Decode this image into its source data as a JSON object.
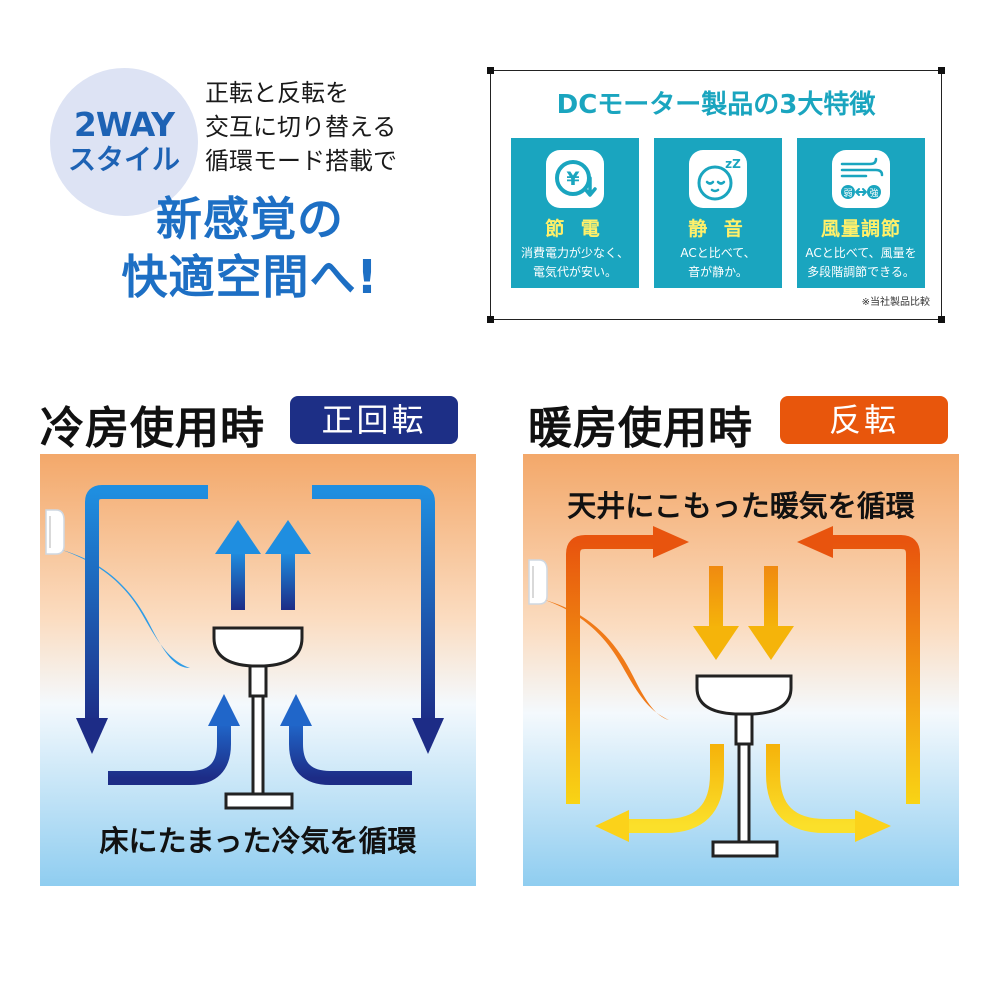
{
  "badge": {
    "line1": "2WAY",
    "line2": "スタイル"
  },
  "intro": {
    "line1": "正転と反転を",
    "line2": "交互に切り替える",
    "line3": "循環モード搭載で"
  },
  "slogan": {
    "line1": "新感覚の",
    "line2": "快適空間へ!"
  },
  "features": {
    "title": "DCモーター製品の3大特徴",
    "items": [
      {
        "name": "節 電",
        "desc": "消費電力が少なく、\n電気代が安い。",
        "icon": "yen-down-icon"
      },
      {
        "name": "静 音",
        "desc": "ACと比べて、\n音が静か。",
        "icon": "sleeping-face-icon"
      },
      {
        "name": "風量調節",
        "desc": "ACと比べて、風量を\n多段階調節できる。",
        "icon": "wind-adjust-icon"
      }
    ],
    "note": "※当社製品比較",
    "icon_labels": {
      "weak": "弱",
      "strong": "強",
      "zz": "zZ"
    }
  },
  "cooling": {
    "heading": "冷房使用時",
    "tag": "正回転",
    "caption": "床にたまった冷気を循環"
  },
  "heating": {
    "heading": "暖房使用時",
    "tag": "反転",
    "caption": "天井にこもった暖気を循環"
  },
  "colors": {
    "blue": "#1d6fc4",
    "navy": "#1d2f86",
    "teal": "#1aa5bf",
    "orange": "#e8560c",
    "yellow": "#f7c50a"
  }
}
